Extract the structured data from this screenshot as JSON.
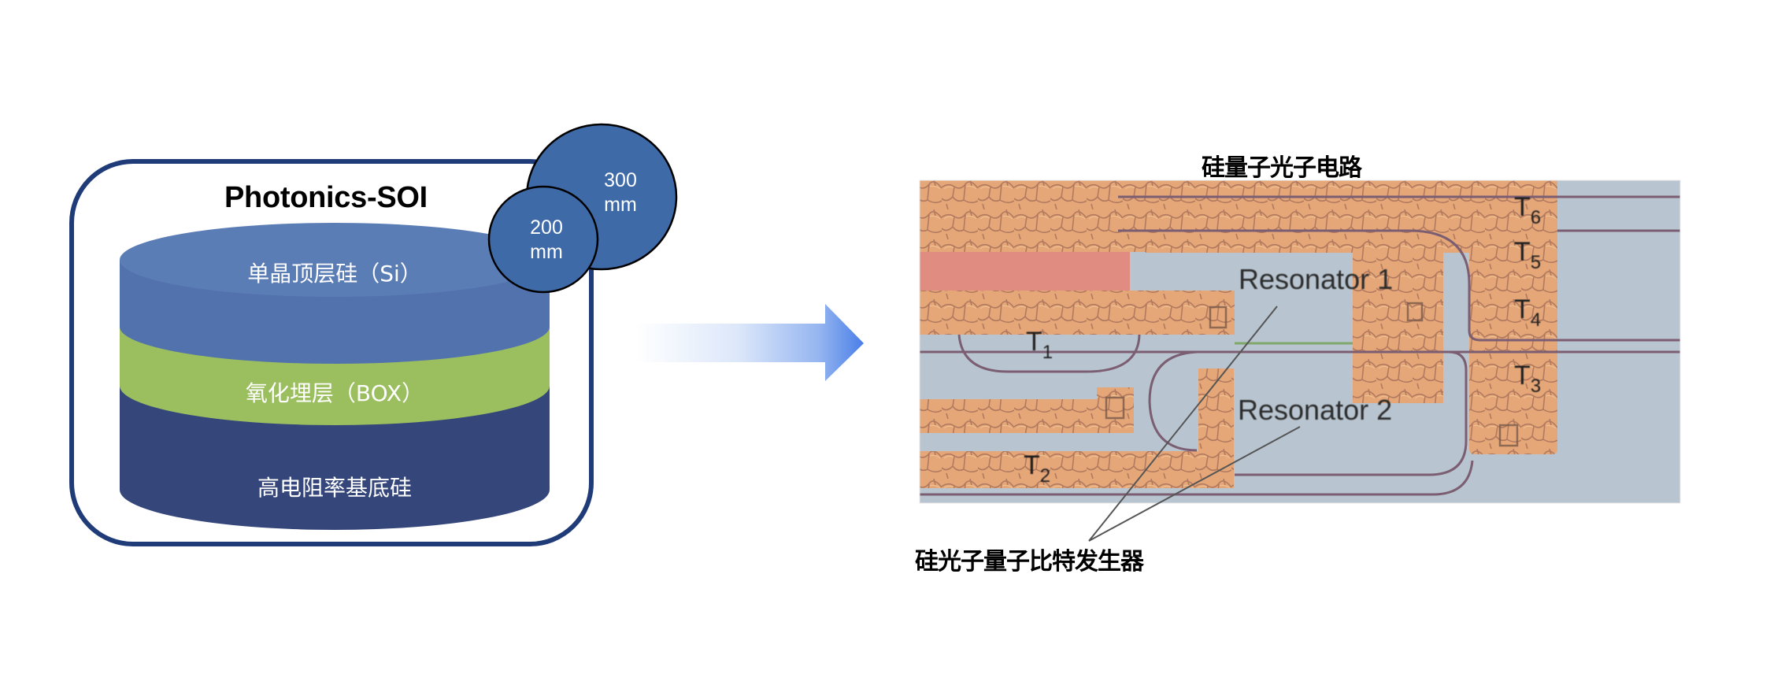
{
  "left_panel": {
    "title": "Photonics-SOI",
    "layers": [
      {
        "label": "单晶顶层硅（Si）",
        "color": "#5272AE"
      },
      {
        "label": "氧化埋层（BOX）",
        "color": "#9BBE5F"
      },
      {
        "label": "高电阻率基底硅",
        "color": "#34467A"
      }
    ],
    "wafer_sizes": [
      {
        "line1": "300",
        "line2": "mm"
      },
      {
        "line1": "200",
        "line2": "mm"
      }
    ],
    "frame_color": "#1F3B78",
    "wafer_color": "#3F6AA8"
  },
  "arrow": {
    "icon": "right-arrow-icon",
    "color": "#4A7FE8"
  },
  "right_panel": {
    "title": "硅量子光子电路",
    "resonators": [
      "Resonator 1",
      "Resonator 2"
    ],
    "terminals": [
      {
        "base": "T",
        "sub": "1"
      },
      {
        "base": "T",
        "sub": "2"
      },
      {
        "base": "T",
        "sub": "3"
      },
      {
        "base": "T",
        "sub": "4"
      },
      {
        "base": "T",
        "sub": "5"
      },
      {
        "base": "T",
        "sub": "6"
      }
    ],
    "callout": "硅光子量子比特发生器",
    "colors": {
      "metal": "#E5A678",
      "substrate": "#B8C5D0",
      "heater": "#E18C80",
      "waveguide": "#7B5E72"
    }
  }
}
